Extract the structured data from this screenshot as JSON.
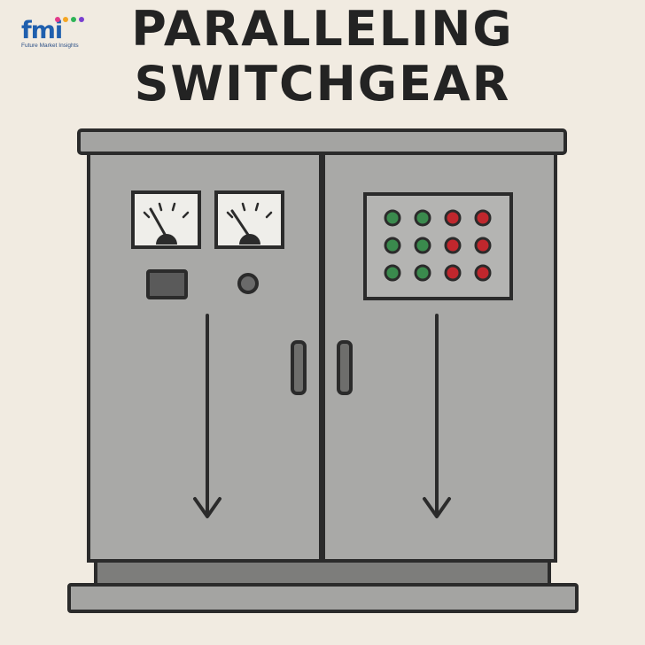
{
  "title": {
    "line1": "PARALLELING",
    "line2": "SWITCHGEAR"
  },
  "logo": {
    "mark": "fmi",
    "tagline": "Future Market Insights",
    "dot_colors": [
      "#e23b8a",
      "#f5a623",
      "#2fb457",
      "#7a3fd0"
    ]
  },
  "colors": {
    "background": "#f1ebe1",
    "cabinet": "#a9a9a7",
    "outline": "#2b2b2b",
    "indicator_green": "#3a8a4d",
    "indicator_red": "#c0272d"
  },
  "icons": {
    "meters": "analog-meter-icon",
    "indicators": "indicator-light-icon",
    "arrows": "down-arrow-icon",
    "handles": "door-handle-icon"
  },
  "indicator_grid": {
    "rows": [
      [
        "green",
        "green",
        "red",
        "red"
      ],
      [
        "green",
        "green",
        "red",
        "red"
      ],
      [
        "green",
        "green",
        "red",
        "red"
      ]
    ]
  }
}
